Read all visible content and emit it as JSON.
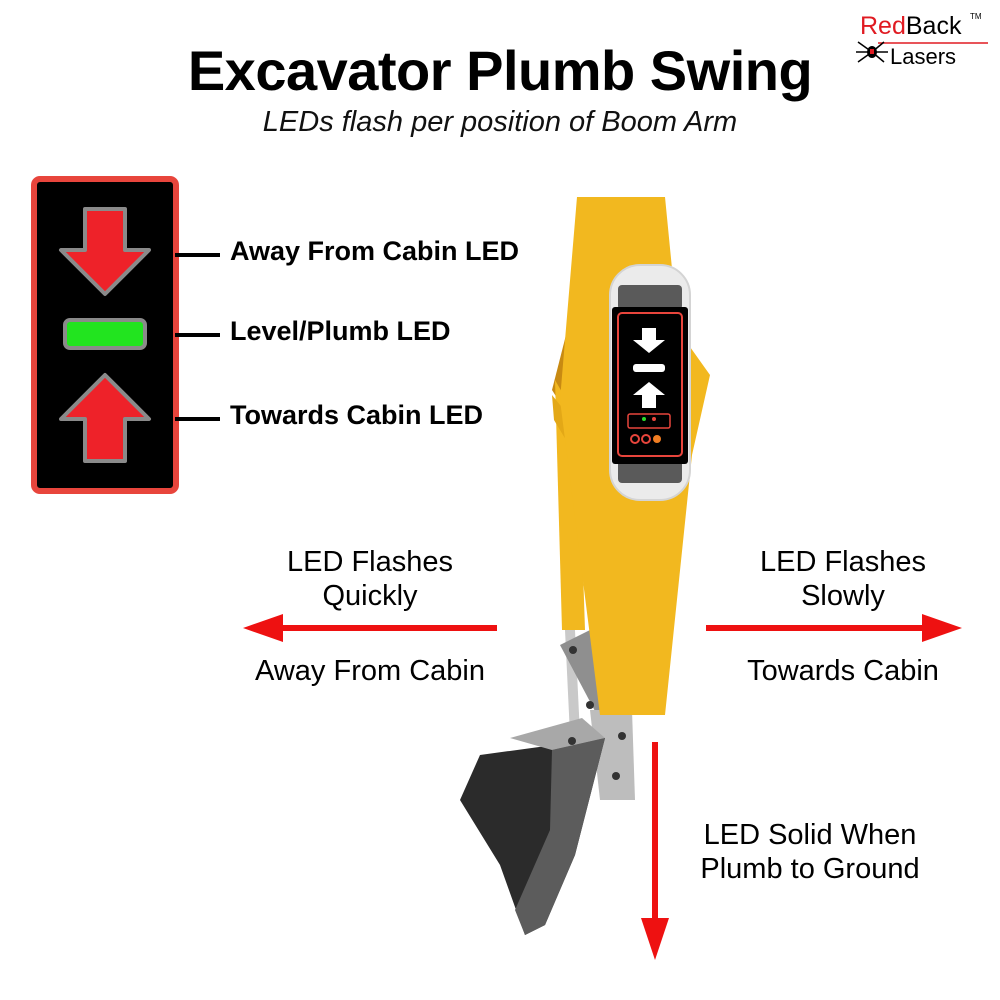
{
  "title": "Excavator Plumb Swing",
  "subtitle": "LEDs flash per position of Boom Arm",
  "logo": {
    "part1": "Red",
    "part2": "Back",
    "part3": "Lasers",
    "tm": "TM"
  },
  "legend": {
    "away_led": "Away From Cabin LED",
    "level_led": "Level/Plumb LED",
    "towards_led": "Towards Cabin LED"
  },
  "left_indicator": {
    "line1": "LED Flashes",
    "line2": "Quickly",
    "direction": "Away From Cabin"
  },
  "right_indicator": {
    "line1": "LED Flashes",
    "line2": "Slowly",
    "direction": "Towards Cabin"
  },
  "bottom_indicator": {
    "line1": "LED Solid When",
    "line2": "Plumb to Ground"
  },
  "colors": {
    "led_red": "#ee2229",
    "led_green": "#22e41f",
    "boom_yellow": "#f2b81f",
    "arrow_red": "#ee1111",
    "panel_border": "#e8453c"
  },
  "icons": [
    "down-arrow-icon",
    "dash-icon",
    "up-arrow-icon",
    "spider-icon"
  ]
}
